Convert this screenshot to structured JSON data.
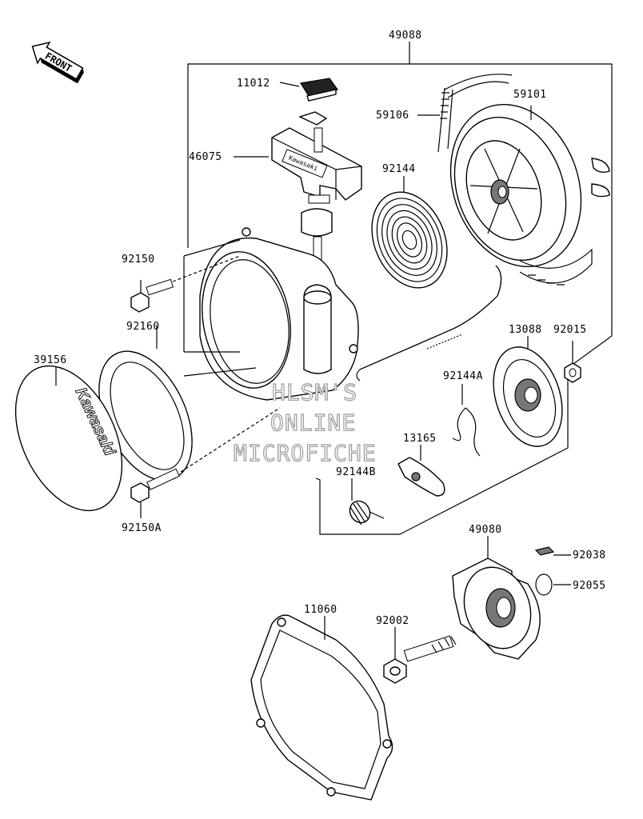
{
  "front_label": "FRONT",
  "watermark": [
    "HLSM'S",
    "ONLINE",
    "MICROFICHE"
  ],
  "brand_text": "Kawasaki",
  "handle_text": "Kawasaki",
  "parts": {
    "p49088": "49088",
    "p11012": "11012",
    "p46075": "46075",
    "p59106": "59106",
    "p59101": "59101",
    "p92144": "92144",
    "p92150": "92150",
    "p92160": "92160",
    "p39156": "39156",
    "p13088": "13088",
    "p92015": "92015",
    "p92144A": "92144A",
    "p13165": "13165",
    "p92144B": "92144B",
    "p92150A": "92150A",
    "p49080": "49080",
    "p92038": "92038",
    "p92055": "92055",
    "p11060": "11060",
    "p92002": "92002"
  }
}
